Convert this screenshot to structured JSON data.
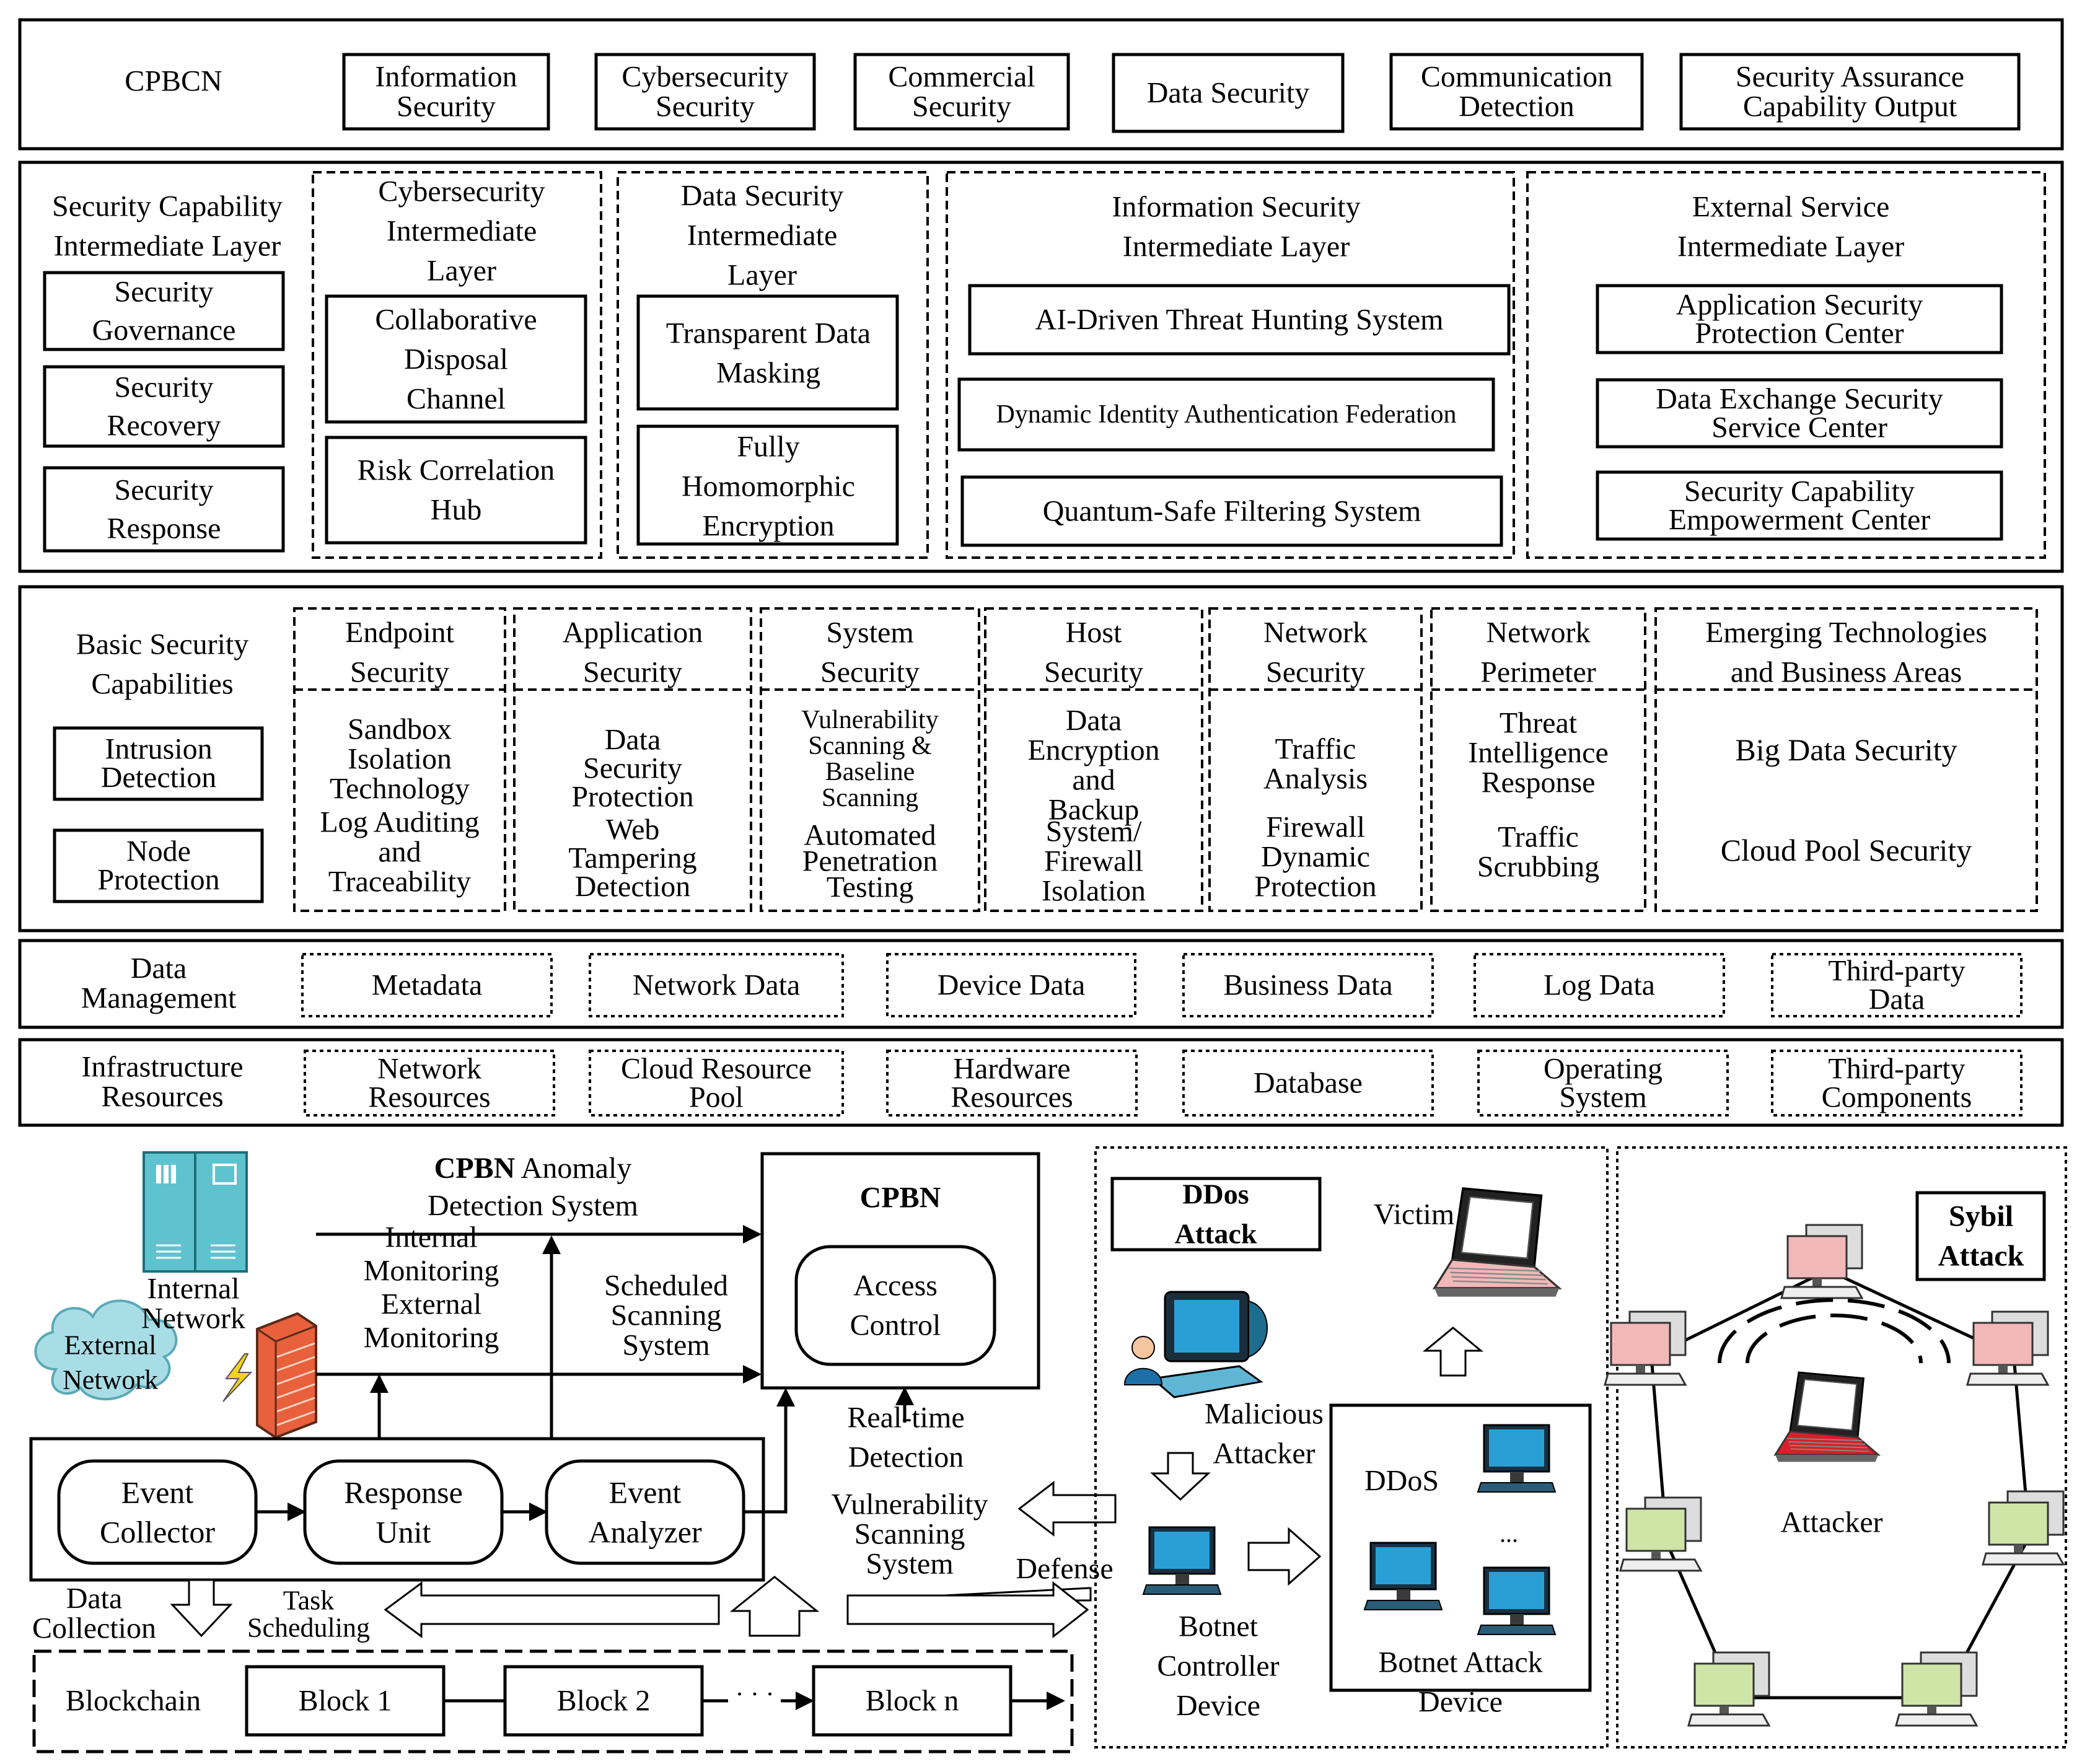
{
  "cpbcn": {
    "title": "CPBCN",
    "items": [
      [
        "Information",
        "Security"
      ],
      [
        "Cybersecurity",
        "Security"
      ],
      [
        "Commercial",
        "Security"
      ],
      [
        "Data Security"
      ],
      [
        "Communication",
        "Detection"
      ],
      [
        "Security Assurance",
        "Capability Output"
      ]
    ]
  },
  "intermediate": {
    "layer_title": [
      "Security Capability",
      "Intermediate Layer"
    ],
    "governance": [
      [
        "Security",
        "Governance"
      ],
      [
        "Security",
        "Recovery"
      ],
      [
        "Security",
        "Response"
      ]
    ],
    "cyber": {
      "title": [
        "Cybersecurity",
        "Intermediate",
        "Layer"
      ],
      "items": [
        [
          "Collaborative",
          "Disposal",
          "Channel"
        ],
        [
          "Risk Correlation",
          "Hub"
        ]
      ]
    },
    "data": {
      "title": [
        "Data Security",
        "Intermediate",
        "Layer"
      ],
      "items": [
        [
          "Transparent Data",
          "Masking"
        ],
        [
          "Fully",
          "Homomorphic",
          "Encryption"
        ]
      ]
    },
    "info": {
      "title": [
        "Information Security",
        "Intermediate Layer"
      ],
      "items": [
        "AI-Driven Threat Hunting System",
        "Dynamic Identity Authentication Federation",
        "Quantum-Safe Filtering System"
      ]
    },
    "external": {
      "title": [
        "External Service",
        "Intermediate Layer"
      ],
      "items": [
        [
          "Application Security",
          "Protection Center"
        ],
        [
          "Data Exchange Security",
          "Service Center"
        ],
        [
          "Security Capability",
          "Empowerment Center"
        ]
      ]
    }
  },
  "basic": {
    "title": [
      "Basic Security",
      "Capabilities"
    ],
    "left_items": [
      [
        "Intrusion",
        "Detection"
      ],
      [
        "Node",
        "Protection"
      ]
    ],
    "columns": [
      {
        "header": [
          "Endpoint",
          "Security"
        ],
        "items": [
          [
            "Sandbox",
            "Isolation",
            "Technology"
          ],
          [
            "Log Auditing",
            "and",
            "Traceability"
          ]
        ]
      },
      {
        "header": [
          "Application",
          "Security"
        ],
        "items": [
          [
            "Data",
            "Security",
            "Protection"
          ],
          [
            "Web",
            "Tampering",
            "Detection"
          ]
        ]
      },
      {
        "header": [
          "System",
          "Security"
        ],
        "items": [
          [
            "Vulnerability",
            "Scanning &",
            "Baseline",
            "Scanning"
          ],
          [
            "Automated",
            "Penetration",
            "Testing"
          ]
        ]
      },
      {
        "header": [
          "Host",
          "Security"
        ],
        "items": [
          [
            "Data",
            "Encryption",
            "and",
            "Backup"
          ],
          [
            "System/",
            "Firewall",
            "Isolation"
          ]
        ]
      },
      {
        "header": [
          "Network",
          "Security"
        ],
        "items": [
          [
            "Traffic",
            "Analysis"
          ],
          [
            "Firewall",
            "Dynamic",
            "Protection"
          ]
        ]
      },
      {
        "header": [
          "Network",
          "Perimeter"
        ],
        "items": [
          [
            "Threat",
            "Intelligence",
            "Response"
          ],
          [
            "Traffic",
            "Scrubbing"
          ]
        ]
      },
      {
        "header": [
          "Emerging Technologies",
          "and Business Areas"
        ],
        "items": [
          [
            "Big Data Security"
          ],
          [
            "Cloud Pool Security"
          ]
        ]
      }
    ]
  },
  "data_mgmt": {
    "title": [
      "Data",
      "Management"
    ],
    "items": [
      [
        "Metadata"
      ],
      [
        "Network Data"
      ],
      [
        "Device Data"
      ],
      [
        "Business Data"
      ],
      [
        "Log Data"
      ],
      [
        "Third-party",
        "Data"
      ]
    ]
  },
  "infra": {
    "title": [
      "Infrastructure",
      "Resources"
    ],
    "items": [
      [
        "Network",
        "Resources"
      ],
      [
        "Cloud Resource",
        "Pool"
      ],
      [
        "Hardware",
        "Resources"
      ],
      [
        "Database"
      ],
      [
        "Operating",
        "System"
      ],
      [
        "Third-party",
        "Components"
      ]
    ]
  },
  "cpbn_system": {
    "title_bold": "CPBN",
    "title_rest": " Anomaly",
    "title_line2": "Detection System",
    "internal_network": [
      "Internal",
      "Network"
    ],
    "external_network": [
      "External",
      "Network"
    ],
    "monitoring": [
      "Internal",
      "Monitoring",
      "External",
      "Monitoring"
    ],
    "scheduled": [
      "Scheduled",
      "Scanning",
      "System"
    ],
    "cpbn_box": "CPBN",
    "access_control": [
      "Access",
      "Control"
    ],
    "realtime": [
      "Real-time",
      "Detection"
    ],
    "vuln": [
      "Vulnerability",
      "Scanning",
      "System"
    ],
    "defense": "Defense",
    "units": [
      [
        "Event",
        "Collector"
      ],
      [
        "Response",
        "Unit"
      ],
      [
        "Event",
        "Analyzer"
      ]
    ],
    "data_collection": [
      "Data",
      "Collection"
    ],
    "task_scheduling": [
      "Task",
      "Scheduling"
    ],
    "blockchain": {
      "label": "Blockchain",
      "blocks": [
        "Block 1",
        "Block 2",
        "Block n"
      ],
      "ellipsis": "· · ·"
    }
  },
  "ddos": {
    "title": [
      "DDos",
      "Attack"
    ],
    "victim": "Victim",
    "malicious": [
      "Malicious",
      "Attacker"
    ],
    "controller": [
      "Botnet",
      "Controller",
      "Device"
    ],
    "ddos_label": "DDoS",
    "ellipsis": "...",
    "botnet": [
      "Botnet Attack",
      "Device"
    ]
  },
  "sybil": {
    "title": [
      "Sybil",
      "Attack"
    ],
    "attacker": "Attacker"
  },
  "colors": {
    "server": "#5fc3cf",
    "cloud": "#a9dde6",
    "firewall": "#e9603d",
    "pink_pc": "#f2b8b8",
    "green_pc": "#cfe5a8",
    "red_laptop": "#d8202a",
    "monitor": "#2a9fd6"
  }
}
